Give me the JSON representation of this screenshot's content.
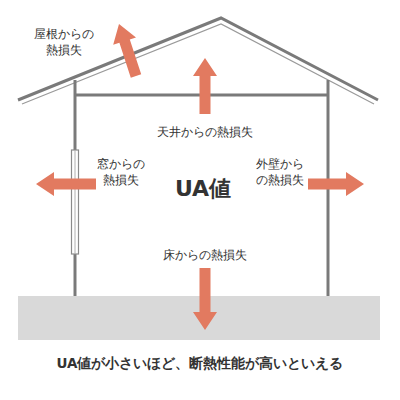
{
  "diagram": {
    "caption": "UA値が小さいほど、断熱性能が高いといえる",
    "labels": [
      "屋根からの熱損失",
      "天井からの熱損失",
      "窓からの熱損失",
      "外壁からの熱損失",
      "UA値",
      "床からの熱損失"
    ]
  }
}
